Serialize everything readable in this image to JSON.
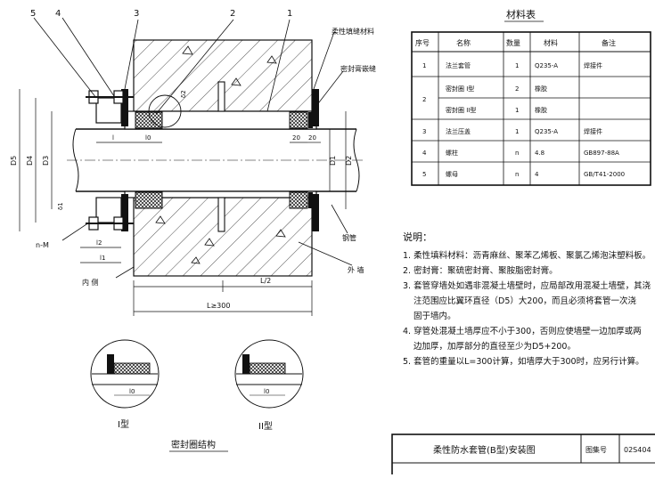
{
  "callouts": {
    "c5": "5",
    "c4": "4",
    "c3": "3",
    "c2": "2",
    "c1": "1"
  },
  "labels": {
    "flexible_fill": "柔性填缝材料",
    "sealant": "密封膏嵌缝",
    "steel_pipe": "钢管",
    "outer_wall": "外 墙",
    "inner_side": "内 侧",
    "dim_D5": "D5",
    "dim_D4": "D4",
    "dim_D3": "D3",
    "dim_D1": "D1",
    "dim_D2": "D2",
    "dim_l": "l",
    "dim_l0": "l0",
    "dim_l1": "l1",
    "dim_l2": "l2",
    "dim_20a": "20",
    "dim_20b": "20",
    "dim_L2": "L/2",
    "dim_L": "L≥300",
    "dim_delta": "δ1",
    "dim_delta2": "δ2",
    "nM": "n-M",
    "type1": "I型",
    "type2": "II型",
    "detail_l0a": "l0",
    "detail_l0b": "l0",
    "seal_structure": "密封圈结构"
  },
  "material_table": {
    "title": "材料表",
    "headers": [
      "序号",
      "名称",
      "数量",
      "材料",
      "备注"
    ],
    "rows": [
      {
        "no": "1",
        "name": "法兰套管",
        "qty": "1",
        "mat": "Q235-A",
        "note": "焊接件"
      },
      {
        "no": "2",
        "name": "密封圈 I型",
        "qty": "2",
        "mat": "橡胶",
        "note": ""
      },
      {
        "no": "",
        "name": "密封圈 II型",
        "qty": "1",
        "mat": "橡胶",
        "note": ""
      },
      {
        "no": "3",
        "name": "法兰压盖",
        "qty": "1",
        "mat": "Q235-A",
        "note": "焊接件"
      },
      {
        "no": "4",
        "name": "螺柱",
        "qty": "n",
        "mat": "4.8",
        "note": "GB897-88A"
      },
      {
        "no": "5",
        "name": "螺母",
        "qty": "n",
        "mat": "4",
        "note": "GB/T41-2000"
      }
    ]
  },
  "notes": {
    "title": "说明：",
    "items": [
      "1. 柔性填料材料：沥青麻丝、聚苯乙烯板、聚氯乙烯泡沫塑料板。",
      "2. 密封膏：聚硫密封膏、聚胺脂密封膏。",
      "3. 套管穿墙处如遇非混凝土墙壁时，应局部改用混凝土墙壁，其浇",
      "注范围应比翼环直径（D5）大200，而且必须将套管一次浇",
      "固于墙内。",
      "4. 穿管处混凝土墙厚应不小于300，否则应使墙壁一边加厚或两",
      "边加厚，加厚部分的直径至少为D5+200。",
      "5. 套管的重量以L=300计算，如墙厚大于300时，应另行计算。"
    ]
  },
  "title_block": {
    "name": "柔性防水套管(B型)安装图",
    "atlas_label": "图集号",
    "atlas_no": "02S404"
  }
}
